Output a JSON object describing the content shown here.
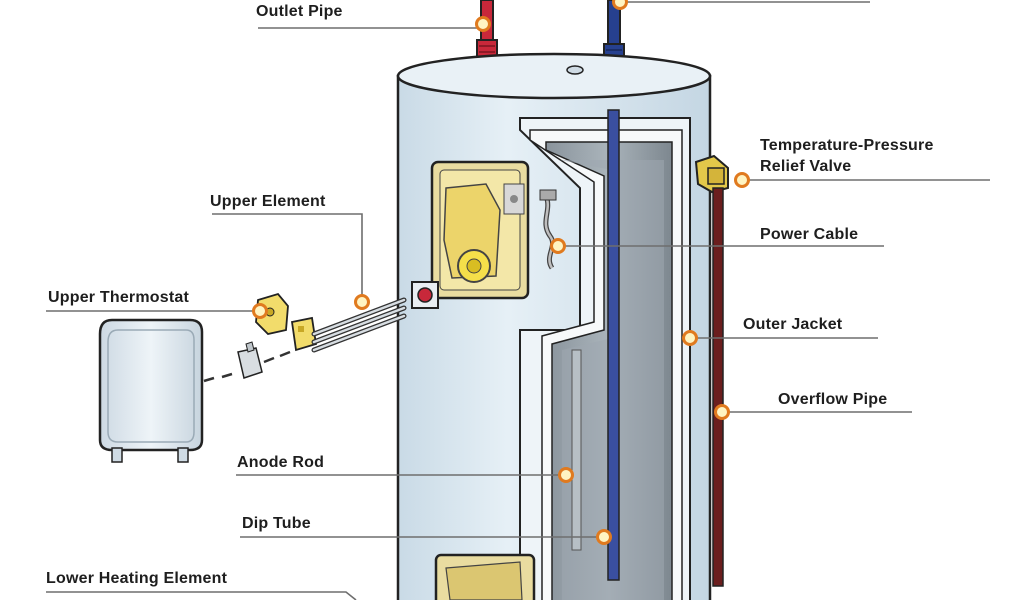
{
  "diagram": {
    "labels": {
      "outlet_pipe": "Outlet Pipe",
      "upper_element": "Upper Element",
      "upper_thermostat": "Upper Thermostat",
      "anode_rod": "Anode Rod",
      "dip_tube": "Dip Tube",
      "lower_heating_element": "Lower Heating Element",
      "temperature_pressure_relief_valve": [
        "Temperature-Pressure",
        "Relief Valve"
      ],
      "power_cable": "Power Cable",
      "outer_jacket": "Outer Jacket",
      "overflow_pipe": "Overflow Pipe"
    },
    "colors": {
      "label_text": "#1e1e1e",
      "leader_line": "#6e6e6e",
      "marker_ring": "#e07a1f",
      "marker_center": "#fff4c2",
      "tank_body": "#dce8f0",
      "tank_shade": "#b9ccd9",
      "hot_pipe": "#c8283a",
      "cold_pipe": "#26408f",
      "overflow_pipe": "#6b1e1e",
      "thermostat": "#f2dc6b"
    }
  }
}
